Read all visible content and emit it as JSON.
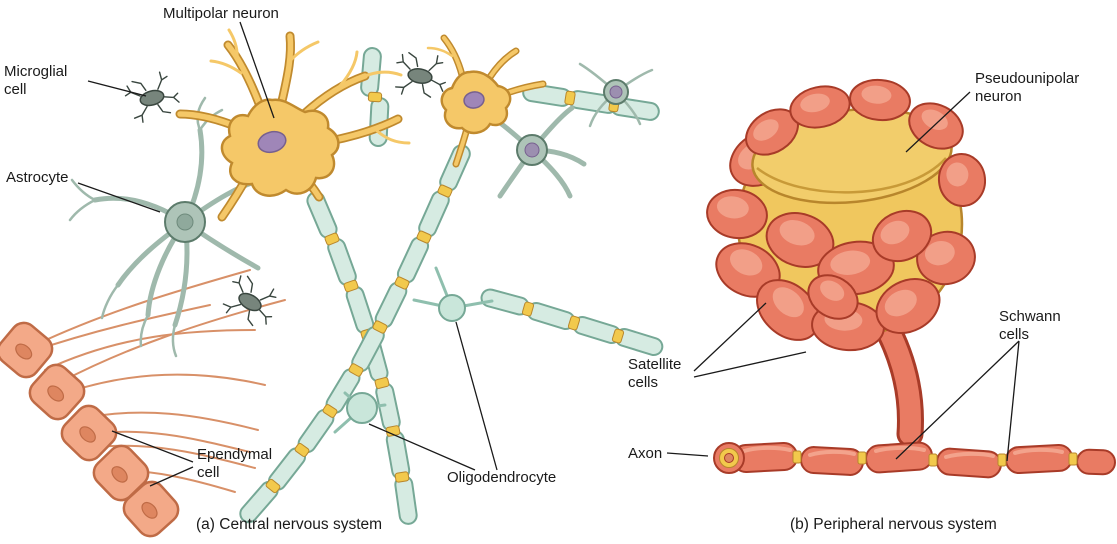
{
  "figure": {
    "panels": {
      "a": {
        "caption": "(a) Central nervous system",
        "labels": {
          "multipolar_neuron": "Multipolar neuron",
          "microglial_cell": [
            "Microglial",
            "cell"
          ],
          "astrocyte": "Astrocyte",
          "ependymal_cell": [
            "Ependymal",
            "cell"
          ],
          "oligodendrocyte": "Oligodendrocyte"
        }
      },
      "b": {
        "caption": "(b) Peripheral nervous system",
        "labels": {
          "pseudounipolar_neuron": [
            "Pseudounipolar",
            "neuron"
          ],
          "satellite_cells": [
            "Satellite",
            "cells"
          ],
          "schwann_cells": [
            "Schwann",
            "cells"
          ],
          "axon": "Axon"
        }
      }
    },
    "colors": {
      "neuron_body_yellow": "#F5C868",
      "nucleus_purple": "#9F86B8",
      "astrocyte_green_gray": "#AEC4B8",
      "myelin_teal": "#D6EBE2",
      "node_yellow": "#F2C94C",
      "ependymal_salmon": "#F3A988",
      "satellite_schwann_red": "#E97B63",
      "cell_outline_red": "#A83B28",
      "label_text": "#1A1A1A",
      "background": "#FFFFFF"
    }
  }
}
